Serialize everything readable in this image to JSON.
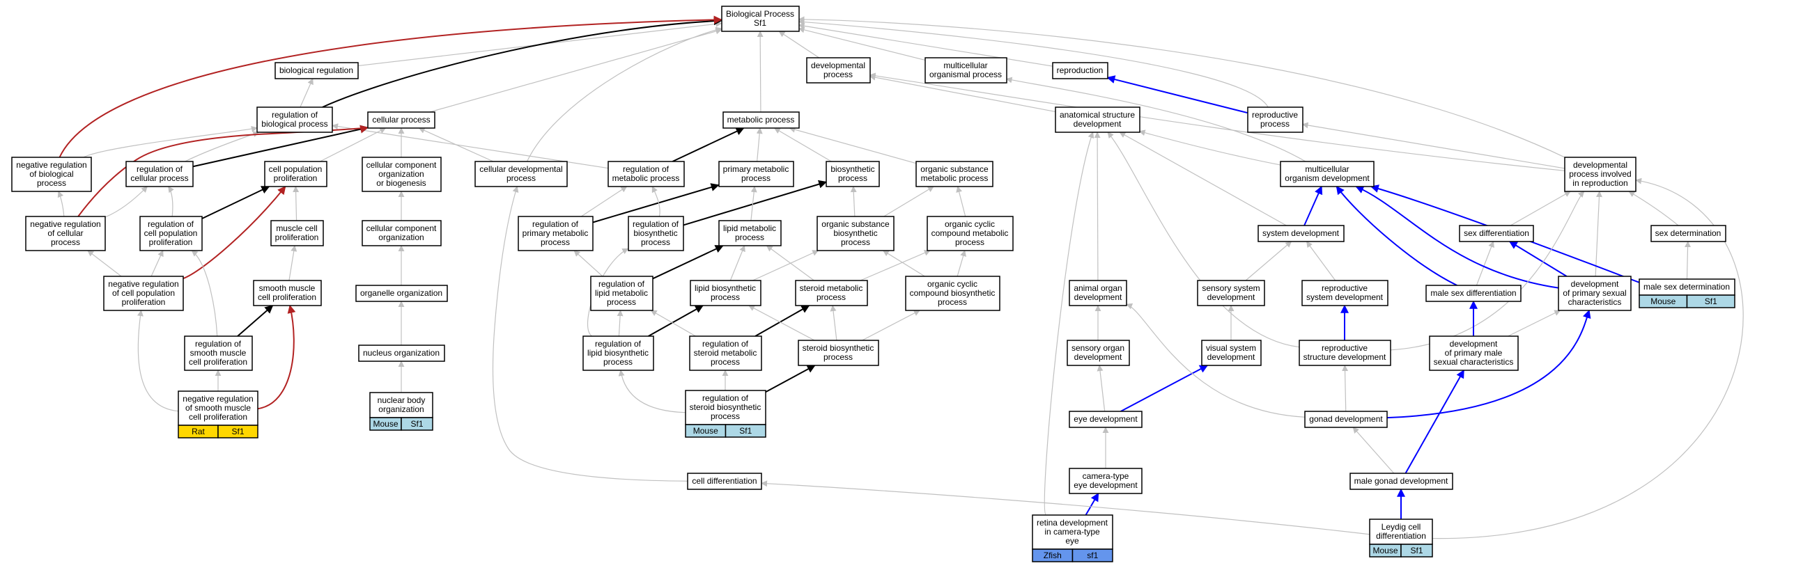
{
  "graph": {
    "colors": {
      "grey_edge": "#c0c0c0",
      "black_edge": "#000000",
      "blue_edge": "#0000ff",
      "red_edge": "#b22222",
      "mouse_badge": "#add8e6",
      "rat_badge": "#ffd700",
      "zfish_badge": "#6495ed"
    },
    "nodes": [
      {
        "id": "bp",
        "lines": [
          "Biological Process",
          "Sf1"
        ]
      },
      {
        "id": "bioreg",
        "lines": [
          "biological regulation"
        ]
      },
      {
        "id": "devproc",
        "lines": [
          "developmental",
          "process"
        ]
      },
      {
        "id": "multorg",
        "lines": [
          "multicellular",
          "organismal process"
        ]
      },
      {
        "id": "repro",
        "lines": [
          "reproduction"
        ]
      },
      {
        "id": "regbp",
        "lines": [
          "regulation of",
          "biological process"
        ]
      },
      {
        "id": "cellproc",
        "lines": [
          "cellular process"
        ]
      },
      {
        "id": "metab",
        "lines": [
          "metabolic process"
        ]
      },
      {
        "id": "anatdev",
        "lines": [
          "anatomical structure",
          "development"
        ]
      },
      {
        "id": "reproproc",
        "lines": [
          "reproductive",
          "process"
        ]
      },
      {
        "id": "negregbp",
        "lines": [
          "negative regulation",
          "of biological",
          "process"
        ]
      },
      {
        "id": "regcp",
        "lines": [
          "regulation of",
          "cellular process"
        ]
      },
      {
        "id": "cpprolif",
        "lines": [
          "cell population",
          "proliferation"
        ]
      },
      {
        "id": "ccorgbio",
        "lines": [
          "cellular component",
          "organization",
          "or biogenesis"
        ]
      },
      {
        "id": "celldevproc",
        "lines": [
          "cellular developmental",
          "process"
        ]
      },
      {
        "id": "regmetab",
        "lines": [
          "regulation of",
          "metabolic process"
        ]
      },
      {
        "id": "primmetab",
        "lines": [
          "primary metabolic",
          "process"
        ]
      },
      {
        "id": "biosyn",
        "lines": [
          "biosynthetic",
          "process"
        ]
      },
      {
        "id": "orgsubmetab",
        "lines": [
          "organic substance",
          "metabolic process"
        ]
      },
      {
        "id": "multorgdev",
        "lines": [
          "multicellular",
          "organism development"
        ]
      },
      {
        "id": "devprocrepro",
        "lines": [
          "developmental",
          "process involved",
          "in reproduction"
        ]
      },
      {
        "id": "negregcp",
        "lines": [
          "negative regulation",
          "of cellular",
          "process"
        ]
      },
      {
        "id": "regcpprolif",
        "lines": [
          "regulation of",
          "cell population",
          "proliferation"
        ]
      },
      {
        "id": "musclecellprolif",
        "lines": [
          "muscle cell",
          "proliferation"
        ]
      },
      {
        "id": "ccorg",
        "lines": [
          "cellular component",
          "organization"
        ]
      },
      {
        "id": "regprimmetab",
        "lines": [
          "regulation of",
          "primary metabolic",
          "process"
        ]
      },
      {
        "id": "regbiosyn",
        "lines": [
          "regulation of",
          "biosynthetic",
          "process"
        ]
      },
      {
        "id": "lipidmetab",
        "lines": [
          "lipid metabolic",
          "process"
        ]
      },
      {
        "id": "orgsubbiosyn",
        "lines": [
          "organic substance",
          "biosynthetic",
          "process"
        ]
      },
      {
        "id": "orgcyclic",
        "lines": [
          "organic cyclic",
          "compound metabolic",
          "process"
        ]
      },
      {
        "id": "sysdev",
        "lines": [
          "system development"
        ]
      },
      {
        "id": "sexdiff",
        "lines": [
          "sex differentiation"
        ]
      },
      {
        "id": "sexdet",
        "lines": [
          "sex determination"
        ]
      },
      {
        "id": "negregcpprolif",
        "lines": [
          "negative regulation",
          "of cell population",
          "proliferation"
        ]
      },
      {
        "id": "smcprolif",
        "lines": [
          "smooth muscle",
          "cell proliferation"
        ]
      },
      {
        "id": "organelleorg",
        "lines": [
          "organelle organization"
        ]
      },
      {
        "id": "reglipidmetab",
        "lines": [
          "regulation of",
          "lipid metabolic",
          "process"
        ]
      },
      {
        "id": "lipidbiosyn",
        "lines": [
          "lipid biosynthetic",
          "process"
        ]
      },
      {
        "id": "steroidmetab",
        "lines": [
          "steroid metabolic",
          "process"
        ]
      },
      {
        "id": "orgcyclicbiosyn",
        "lines": [
          "organic cyclic",
          "compound biosynthetic",
          "process"
        ]
      },
      {
        "id": "animalorgandev",
        "lines": [
          "animal organ",
          "development"
        ]
      },
      {
        "id": "senssysdev",
        "lines": [
          "sensory system",
          "development"
        ]
      },
      {
        "id": "reprosysdev",
        "lines": [
          "reproductive",
          "system development"
        ]
      },
      {
        "id": "malesexdiff",
        "lines": [
          "male sex differentiation"
        ]
      },
      {
        "id": "devprimsex",
        "lines": [
          "development",
          "of primary sexual",
          "characteristics"
        ]
      },
      {
        "id": "malesexdet",
        "lines": [
          "male sex determination"
        ],
        "annot": [
          "Mouse",
          "Sf1"
        ],
        "badge": "mouse"
      },
      {
        "id": "regsmcprolif",
        "lines": [
          "regulation of",
          "smooth muscle",
          "cell proliferation"
        ]
      },
      {
        "id": "nucorg",
        "lines": [
          "nucleus organization"
        ]
      },
      {
        "id": "reglipidbiosyn",
        "lines": [
          "regulation of",
          "lipid biosynthetic",
          "process"
        ]
      },
      {
        "id": "regsteroidmetab",
        "lines": [
          "regulation of",
          "steroid metabolic",
          "process"
        ]
      },
      {
        "id": "steroidbiosyn",
        "lines": [
          "steroid biosynthetic",
          "process"
        ]
      },
      {
        "id": "sensorgandev",
        "lines": [
          "sensory organ",
          "development"
        ]
      },
      {
        "id": "visualsysdev",
        "lines": [
          "visual system",
          "development"
        ]
      },
      {
        "id": "reprostrucdev",
        "lines": [
          "reproductive",
          "structure development"
        ]
      },
      {
        "id": "devprimmale",
        "lines": [
          "development",
          "of primary male",
          "sexual characteristics"
        ]
      },
      {
        "id": "negregsmc",
        "lines": [
          "negative regulation",
          "of smooth muscle",
          "cell proliferation"
        ],
        "annot": [
          "Rat",
          "Sf1"
        ],
        "badge": "rat"
      },
      {
        "id": "nucbody",
        "lines": [
          "nuclear body",
          "organization"
        ],
        "annot": [
          "Mouse",
          "Sf1"
        ],
        "badge": "mouse"
      },
      {
        "id": "regsteroidbiosyn",
        "lines": [
          "regulation of",
          "steroid biosynthetic",
          "process"
        ],
        "annot": [
          "Mouse",
          "Sf1"
        ],
        "badge": "mouse"
      },
      {
        "id": "eyedev",
        "lines": [
          "eye development"
        ]
      },
      {
        "id": "gonaddev",
        "lines": [
          "gonad development"
        ]
      },
      {
        "id": "celldiff",
        "lines": [
          "cell differentiation"
        ]
      },
      {
        "id": "cameraeye",
        "lines": [
          "camera-type",
          "eye development"
        ]
      },
      {
        "id": "malegonad",
        "lines": [
          "male gonad development"
        ]
      },
      {
        "id": "retina",
        "lines": [
          "retina development",
          "in camera-type",
          "eye"
        ],
        "annot": [
          "Zfish",
          "sf1"
        ],
        "badge": "zfish"
      },
      {
        "id": "leydig",
        "lines": [
          "Leydig cell",
          "differentiation"
        ],
        "annot": [
          "Mouse",
          "Sf1"
        ],
        "badge": "mouse"
      }
    ],
    "edges": [
      [
        "bioreg",
        "bp",
        "grey"
      ],
      [
        "devproc",
        "bp",
        "grey"
      ],
      [
        "multorg",
        "bp",
        "grey"
      ],
      [
        "repro",
        "bp",
        "grey"
      ],
      [
        "regbp",
        "bp",
        "black"
      ],
      [
        "negregbp",
        "bp",
        "red"
      ],
      [
        "cellproc",
        "bp",
        "grey"
      ],
      [
        "metab",
        "bp",
        "grey"
      ],
      [
        "reproproc",
        "bp",
        "grey"
      ],
      [
        "celldevproc",
        "bp",
        "grey"
      ],
      [
        "devprocrepro",
        "bp",
        "grey"
      ],
      [
        "regbp",
        "bioreg",
        "grey"
      ],
      [
        "negregbp",
        "regbp",
        "grey"
      ],
      [
        "regcp",
        "regbp",
        "grey"
      ],
      [
        "regmetab",
        "regbp",
        "grey"
      ],
      [
        "regcp",
        "cellproc",
        "black"
      ],
      [
        "negregcp",
        "cellproc",
        "red"
      ],
      [
        "cpprolif",
        "cellproc",
        "grey"
      ],
      [
        "ccorgbio",
        "cellproc",
        "grey"
      ],
      [
        "celldevproc",
        "cellproc",
        "grey"
      ],
      [
        "negregcp",
        "regcp",
        "grey"
      ],
      [
        "negregcp",
        "negregbp",
        "grey"
      ],
      [
        "regcpprolif",
        "regcp",
        "grey"
      ],
      [
        "regcpprolif",
        "cpprolif",
        "black"
      ],
      [
        "negregcpprolif",
        "cpprolif",
        "red"
      ],
      [
        "musclecellprolif",
        "cpprolif",
        "grey"
      ],
      [
        "negregcpprolif",
        "regcpprolif",
        "grey"
      ],
      [
        "negregcpprolif",
        "negregcp",
        "grey"
      ],
      [
        "smcprolif",
        "musclecellprolif",
        "grey"
      ],
      [
        "regsmcprolif",
        "smcprolif",
        "black"
      ],
      [
        "regsmcprolif",
        "regcpprolif",
        "grey"
      ],
      [
        "negregsmc",
        "regsmcprolif",
        "grey"
      ],
      [
        "negregsmc",
        "smcprolif",
        "red"
      ],
      [
        "negregsmc",
        "negregcpprolif",
        "grey"
      ],
      [
        "ccorg",
        "ccorgbio",
        "grey"
      ],
      [
        "organelleorg",
        "ccorg",
        "grey"
      ],
      [
        "nucorg",
        "organelleorg",
        "grey"
      ],
      [
        "nucbody",
        "nucorg",
        "grey"
      ],
      [
        "regmetab",
        "metab",
        "black"
      ],
      [
        "primmetab",
        "metab",
        "grey"
      ],
      [
        "biosyn",
        "metab",
        "grey"
      ],
      [
        "orgsubmetab",
        "metab",
        "grey"
      ],
      [
        "regprimmetab",
        "regmetab",
        "grey"
      ],
      [
        "regprimmetab",
        "primmetab",
        "black"
      ],
      [
        "regbiosyn",
        "regmetab",
        "grey"
      ],
      [
        "regbiosyn",
        "biosyn",
        "black"
      ],
      [
        "lipidmetab",
        "primmetab",
        "grey"
      ],
      [
        "orgsubbiosyn",
        "biosyn",
        "grey"
      ],
      [
        "orgsubbiosyn",
        "orgsubmetab",
        "grey"
      ],
      [
        "orgcyclic",
        "orgsubmetab",
        "grey"
      ],
      [
        "reglipidmetab",
        "regprimmetab",
        "grey"
      ],
      [
        "reglipidmetab",
        "lipidmetab",
        "black"
      ],
      [
        "lipidbiosyn",
        "lipidmetab",
        "grey"
      ],
      [
        "lipidbiosyn",
        "orgsubbiosyn",
        "grey"
      ],
      [
        "steroidmetab",
        "lipidmetab",
        "grey"
      ],
      [
        "steroidmetab",
        "orgcyclic",
        "grey"
      ],
      [
        "orgcyclicbiosyn",
        "orgcyclic",
        "grey"
      ],
      [
        "orgcyclicbiosyn",
        "orgsubbiosyn",
        "grey"
      ],
      [
        "reglipidbiosyn",
        "reglipidmetab",
        "grey"
      ],
      [
        "reglipidbiosyn",
        "lipidbiosyn",
        "black"
      ],
      [
        "reglipidbiosyn",
        "regbiosyn",
        "grey"
      ],
      [
        "regsteroidmetab",
        "reglipidmetab",
        "grey"
      ],
      [
        "regsteroidmetab",
        "steroidmetab",
        "black"
      ],
      [
        "steroidbiosyn",
        "steroidmetab",
        "grey"
      ],
      [
        "steroidbiosyn",
        "lipidbiosyn",
        "grey"
      ],
      [
        "steroidbiosyn",
        "orgcyclicbiosyn",
        "grey"
      ],
      [
        "regsteroidbiosyn",
        "regsteroidmetab",
        "grey"
      ],
      [
        "regsteroidbiosyn",
        "reglipidbiosyn",
        "grey"
      ],
      [
        "regsteroidbiosyn",
        "steroidbiosyn",
        "black"
      ],
      [
        "anatdev",
        "devproc",
        "grey"
      ],
      [
        "multorgdev",
        "anatdev",
        "grey"
      ],
      [
        "multorgdev",
        "multorg",
        "grey"
      ],
      [
        "reproproc",
        "repro",
        "blue"
      ],
      [
        "devprocrepro",
        "reproproc",
        "grey"
      ],
      [
        "devprocrepro",
        "devproc",
        "grey"
      ],
      [
        "sysdev",
        "multorgdev",
        "blue"
      ],
      [
        "sysdev",
        "anatdev",
        "grey"
      ],
      [
        "sexdiff",
        "devprocrepro",
        "grey"
      ],
      [
        "sexdet",
        "devprocrepro",
        "grey"
      ],
      [
        "malesexdiff",
        "multorgdev",
        "blue"
      ],
      [
        "malesexdiff",
        "sexdiff",
        "grey"
      ],
      [
        "devprimsex",
        "sexdiff",
        "blue"
      ],
      [
        "devprimsex",
        "multorgdev",
        "blue"
      ],
      [
        "devprimsex",
        "devprocrepro",
        "grey"
      ],
      [
        "malesexdet",
        "sexdet",
        "grey"
      ],
      [
        "malesexdet",
        "multorgdev",
        "blue"
      ],
      [
        "animalorgandev",
        "anatdev",
        "grey"
      ],
      [
        "senssysdev",
        "sysdev",
        "grey"
      ],
      [
        "reprosysdev",
        "sysdev",
        "grey"
      ],
      [
        "reprostrucdev",
        "reprosysdev",
        "blue"
      ],
      [
        "reprostrucdev",
        "anatdev",
        "grey"
      ],
      [
        "reprostrucdev",
        "devprocrepro",
        "grey"
      ],
      [
        "sensorgandev",
        "animalorgandev",
        "grey"
      ],
      [
        "visualsysdev",
        "senssysdev",
        "grey"
      ],
      [
        "devprimmale",
        "malesexdiff",
        "blue"
      ],
      [
        "devprimmale",
        "devprimsex",
        "grey"
      ],
      [
        "eyedev",
        "sensorgandev",
        "grey"
      ],
      [
        "eyedev",
        "visualsysdev",
        "blue"
      ],
      [
        "gonaddev",
        "animalorgandev",
        "grey"
      ],
      [
        "gonaddev",
        "reprostrucdev",
        "grey"
      ],
      [
        "gonaddev",
        "devprimsex",
        "blue"
      ],
      [
        "cameraeye",
        "eyedev",
        "grey"
      ],
      [
        "malegonad",
        "gonaddev",
        "grey"
      ],
      [
        "malegonad",
        "devprimmale",
        "blue"
      ],
      [
        "retina",
        "cameraeye",
        "blue"
      ],
      [
        "retina",
        "anatdev",
        "grey"
      ],
      [
        "leydig",
        "malegonad",
        "blue"
      ],
      [
        "leydig",
        "celldiff",
        "grey"
      ],
      [
        "leydig",
        "devprocrepro",
        "grey"
      ],
      [
        "celldiff",
        "celldevproc",
        "grey"
      ]
    ]
  }
}
